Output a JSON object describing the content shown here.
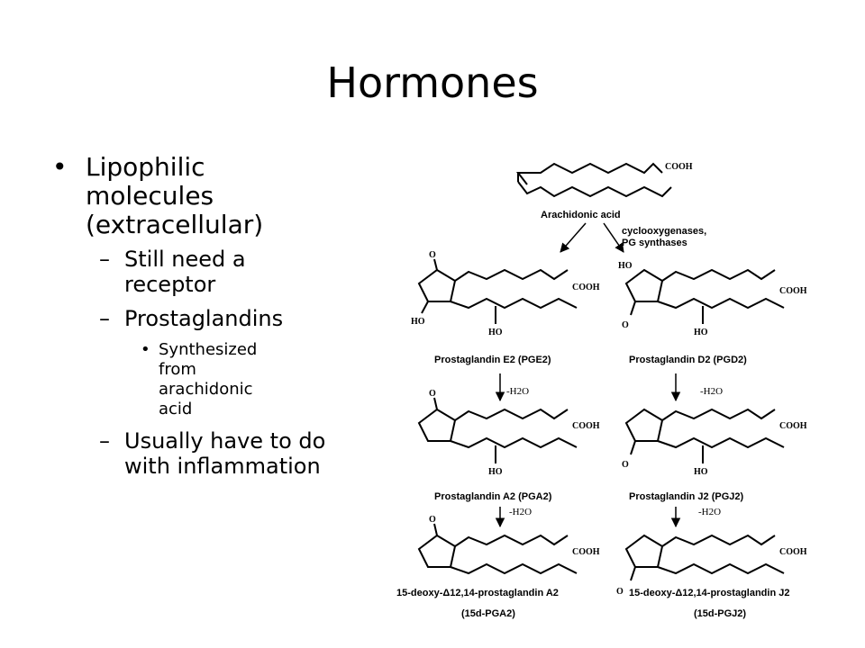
{
  "title": "Hormones",
  "bullets": {
    "lipophilic": "Lipophilic molecules (extracellular)",
    "receptor": "Still need a receptor",
    "prostaglandins": "Prostaglandins",
    "synthesized": "Synthesized from arachidonic acid",
    "inflammation": "Usually have to do with inflammation"
  },
  "scheme": {
    "arachidonic": "Arachidonic acid",
    "enzyme_1": "cyclooxygenases,",
    "enzyme_2": "PG synthases",
    "pge2": "Prostaglandin E2 (PGE2)",
    "pgd2": "Prostaglandin D2 (PGD2)",
    "pga2": "Prostaglandin A2 (PGA2)",
    "pgj2": "Prostaglandin J2 (PGJ2)",
    "deoxy_a2": "15-deoxy-Δ12,14-prostaglandin A2",
    "deoxy_a2_abbr": "(15d-PGA2)",
    "deoxy_j2": "15-deoxy-Δ12,14-prostaglandin J2",
    "deoxy_j2_abbr": "(15d-PGJ2)",
    "minus_water": "-H2O",
    "cooh": "COOH",
    "ho": "HO",
    "o": "O"
  }
}
